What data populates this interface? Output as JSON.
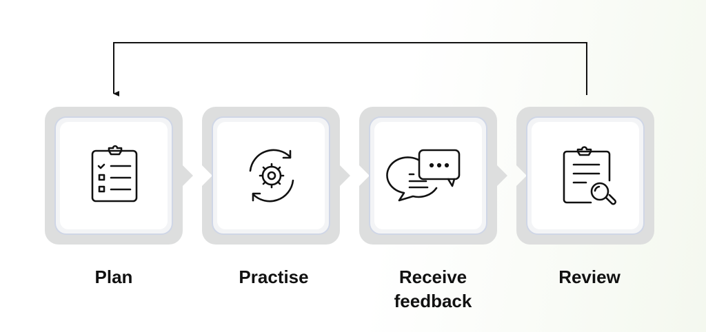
{
  "steps": [
    {
      "label": "Plan",
      "icon": "clipboard-checklist-icon"
    },
    {
      "label": "Practise",
      "icon": "gear-cycle-icon"
    },
    {
      "label": "Receive feedback",
      "label_lines": [
        "Receive",
        "feedback"
      ],
      "icon": "chat-bubbles-icon"
    },
    {
      "label": "Review",
      "icon": "clipboard-magnifier-icon"
    }
  ],
  "colors": {
    "frame": "#dcdddd",
    "inner_border": "#cfd6e6",
    "icon": "#111111",
    "arrow": "#111111"
  }
}
